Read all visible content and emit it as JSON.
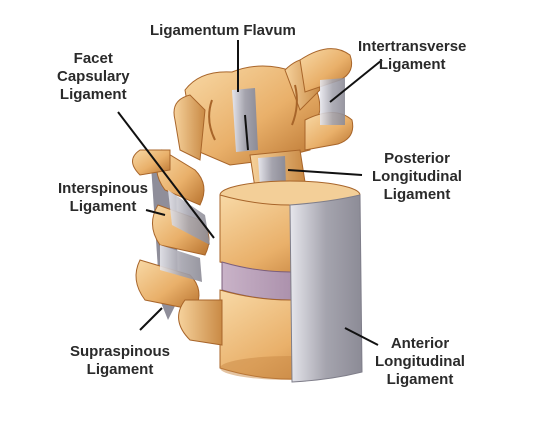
{
  "labels": {
    "ligamentum_flavum": "Ligamentum Flavum",
    "facet_capsulary": [
      "Facet",
      "Capsulary",
      "Ligament"
    ],
    "intertransverse": [
      "Intertransverse",
      "Ligament"
    ],
    "posterior_longitudinal": [
      "Posterior",
      "Longitudinal",
      "Ligament"
    ],
    "interspinous": [
      "Interspinous",
      "Ligament"
    ],
    "supraspinous": [
      "Supraspinous",
      "Ligament"
    ],
    "anterior_longitudinal": [
      "Anterior",
      "Longitudinal",
      "Ligament"
    ]
  },
  "colors": {
    "bone": "#e9b06a",
    "bone_light": "#f6d29c",
    "bone_dark": "#b06a2c",
    "ligament": "#a7a6b0",
    "ligament_light": "#d9d9e0",
    "disc": "#a78aa8",
    "text": "#2a2a2a",
    "leader": "#111111"
  }
}
